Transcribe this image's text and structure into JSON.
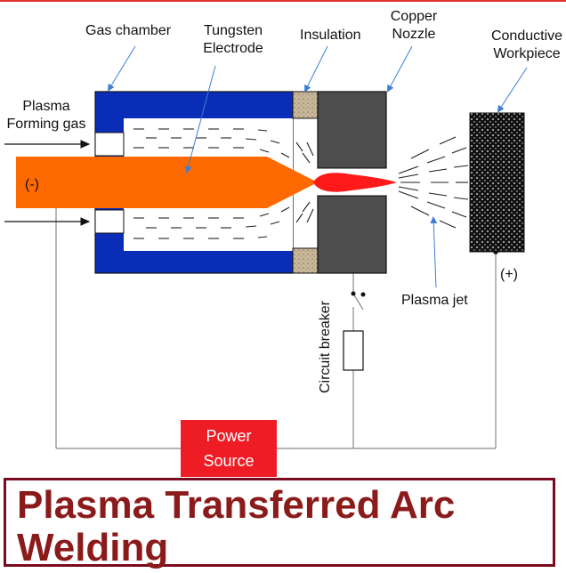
{
  "labels": {
    "gas_chamber": "Gas chamber",
    "tungsten": [
      "Tungsten",
      "Electrode"
    ],
    "insulation": "Insulation",
    "copper_nozzle": [
      "Copper",
      "Nozzle"
    ],
    "workpiece": [
      "Conductive",
      "Workpiece"
    ],
    "plasma_gas": [
      "Plasma",
      "Forming gas"
    ],
    "negative": "(-)",
    "positive": "(+)",
    "plasma_jet": "Plasma jet",
    "circuit_breaker": "Circuit breaker",
    "power_source": [
      "Power",
      "Source"
    ]
  },
  "title": [
    "Plasma Transferred Arc",
    "Welding"
  ],
  "colors": {
    "chamber": "#0a2db8",
    "electrode": "#ff6a00",
    "insulation": "#c8b89a",
    "nozzle": "#4a4a4a",
    "arc": "#ff1a1a",
    "workpiece": "#111111",
    "power": "#ee1c25",
    "title": "#8b1a1a",
    "arrow": "#3b7fd4"
  }
}
